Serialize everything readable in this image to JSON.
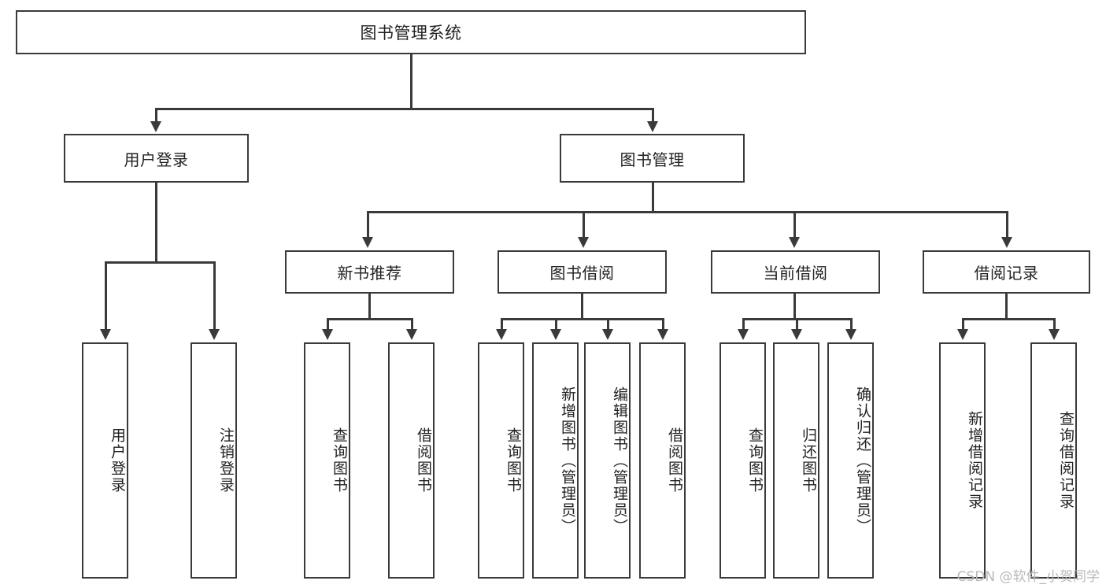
{
  "diagram": {
    "type": "tree-hierarchy",
    "title": "图书管理系统",
    "root": {
      "label": "图书管理系统",
      "children": [
        {
          "label": "用户登录",
          "children": [
            {
              "label": "用户登录"
            },
            {
              "label": "注销登录"
            }
          ]
        },
        {
          "label": "图书管理",
          "children": [
            {
              "label": "新书推荐",
              "children": [
                {
                  "label": "查询图书"
                },
                {
                  "label": "借阅图书"
                }
              ]
            },
            {
              "label": "图书借阅",
              "children": [
                {
                  "label": "查询图书"
                },
                {
                  "label": "新增图书（管理员）"
                },
                {
                  "label": "编辑图书（管理员）"
                },
                {
                  "label": "借阅图书"
                }
              ]
            },
            {
              "label": "当前借阅",
              "children": [
                {
                  "label": "查询图书"
                },
                {
                  "label": "归还图书"
                },
                {
                  "label": "确认归还（管理员）"
                }
              ]
            },
            {
              "label": "借阅记录",
              "children": [
                {
                  "label": "新增借阅记录"
                },
                {
                  "label": "查询借阅记录"
                }
              ]
            }
          ]
        }
      ]
    },
    "nodes": {
      "root": "图书管理系统",
      "l1_user_login": "用户登录",
      "l1_book_manage": "图书管理",
      "l2_new_book": "新书推荐",
      "l2_borrow": "图书借阅",
      "l2_current": "当前借阅",
      "l2_record": "借阅记录",
      "leaf_user_login": "用户登录",
      "leaf_logout": "注销登录",
      "leaf_nb_query": "查询图书",
      "leaf_nb_borrow": "借阅图书",
      "leaf_bb_query": "查询图书",
      "leaf_bb_add": "新增图书（管理员）",
      "leaf_bb_edit": "编辑图书（管理员）",
      "leaf_bb_borrow": "借阅图书",
      "leaf_cb_query": "查询图书",
      "leaf_cb_return": "归还图书",
      "leaf_cb_confirm": "确认归还（管理员）",
      "leaf_rec_add": "新增借阅记录",
      "leaf_rec_query": "查询借阅记录"
    },
    "watermark": "CSDN @软件_小贺同学",
    "colors": {
      "stroke": "#3a3a3a",
      "fill": "#ffffff",
      "text": "#222222",
      "watermark": "#b9b9b9"
    }
  }
}
